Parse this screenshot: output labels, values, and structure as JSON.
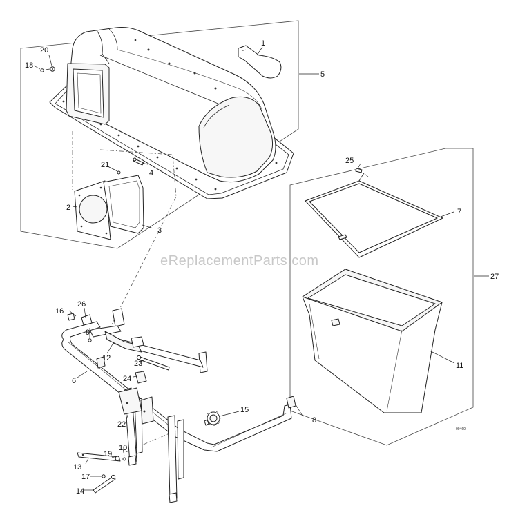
{
  "watermark": "eReplacementParts.com",
  "drawing_code": "00460",
  "callouts": [
    "1",
    "2",
    "3",
    "4",
    "5",
    "6",
    "7",
    "8",
    "9",
    "10",
    "11",
    "12",
    "13",
    "14",
    "15",
    "16",
    "17",
    "18",
    "19",
    "20",
    "21",
    "22",
    "23",
    "24",
    "25",
    "26",
    "27"
  ]
}
